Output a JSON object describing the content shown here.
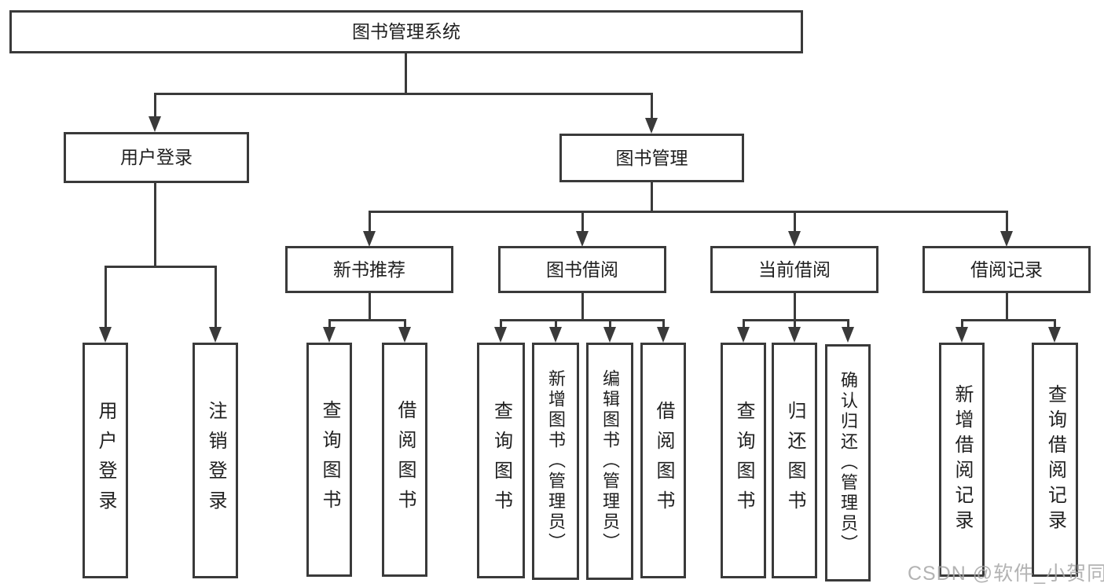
{
  "colors": {
    "line": "#3a3a3a",
    "text": "#1f1f1f",
    "watermark": "#a6a6a6",
    "background": "#ffffff"
  },
  "watermark": {
    "text": "CSDN @软件_小贺同学"
  },
  "tree": {
    "root": {
      "label": "图书管理系统"
    },
    "branches": [
      {
        "label": "用户登录",
        "children": [
          {
            "label": "用户登录"
          },
          {
            "label": "注销登录"
          }
        ]
      },
      {
        "label": "图书管理",
        "children": [
          {
            "label": "新书推荐",
            "children": [
              {
                "label": "查询图书"
              },
              {
                "label": "借阅图书"
              }
            ]
          },
          {
            "label": "图书借阅",
            "children": [
              {
                "label": "查询图书"
              },
              {
                "label": "新增图书（管理员）"
              },
              {
                "label": "编辑图书（管理员）"
              },
              {
                "label": "借阅图书"
              }
            ]
          },
          {
            "label": "当前借阅",
            "children": [
              {
                "label": "查询图书"
              },
              {
                "label": "归还图书"
              },
              {
                "label": "确认归还（管理员）"
              }
            ]
          },
          {
            "label": "借阅记录",
            "children": [
              {
                "label": "新增借阅记录"
              },
              {
                "label": "查询借阅记录"
              }
            ]
          }
        ]
      }
    ]
  }
}
